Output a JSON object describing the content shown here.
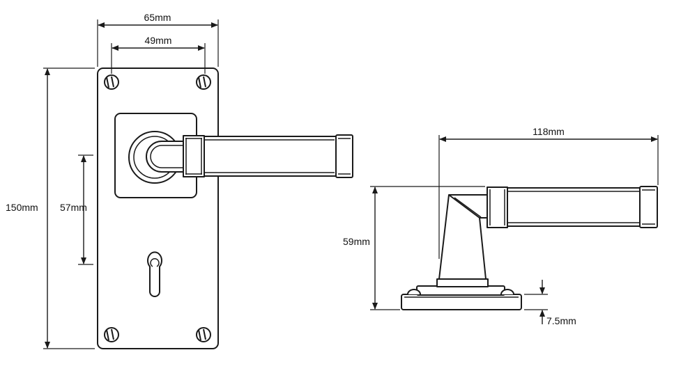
{
  "dimensions": {
    "plate_width": "65mm",
    "screw_spacing": "49mm",
    "plate_height": "150mm",
    "lever_to_keyhole": "57mm",
    "lever_length": "118mm",
    "projection": "59mm",
    "rose_thickness": "7.5mm"
  },
  "colors": {
    "line": "#1a1a1a",
    "background": "#ffffff"
  },
  "icons": [
    "screw-icon",
    "keyhole-icon",
    "arrowhead-icon"
  ]
}
